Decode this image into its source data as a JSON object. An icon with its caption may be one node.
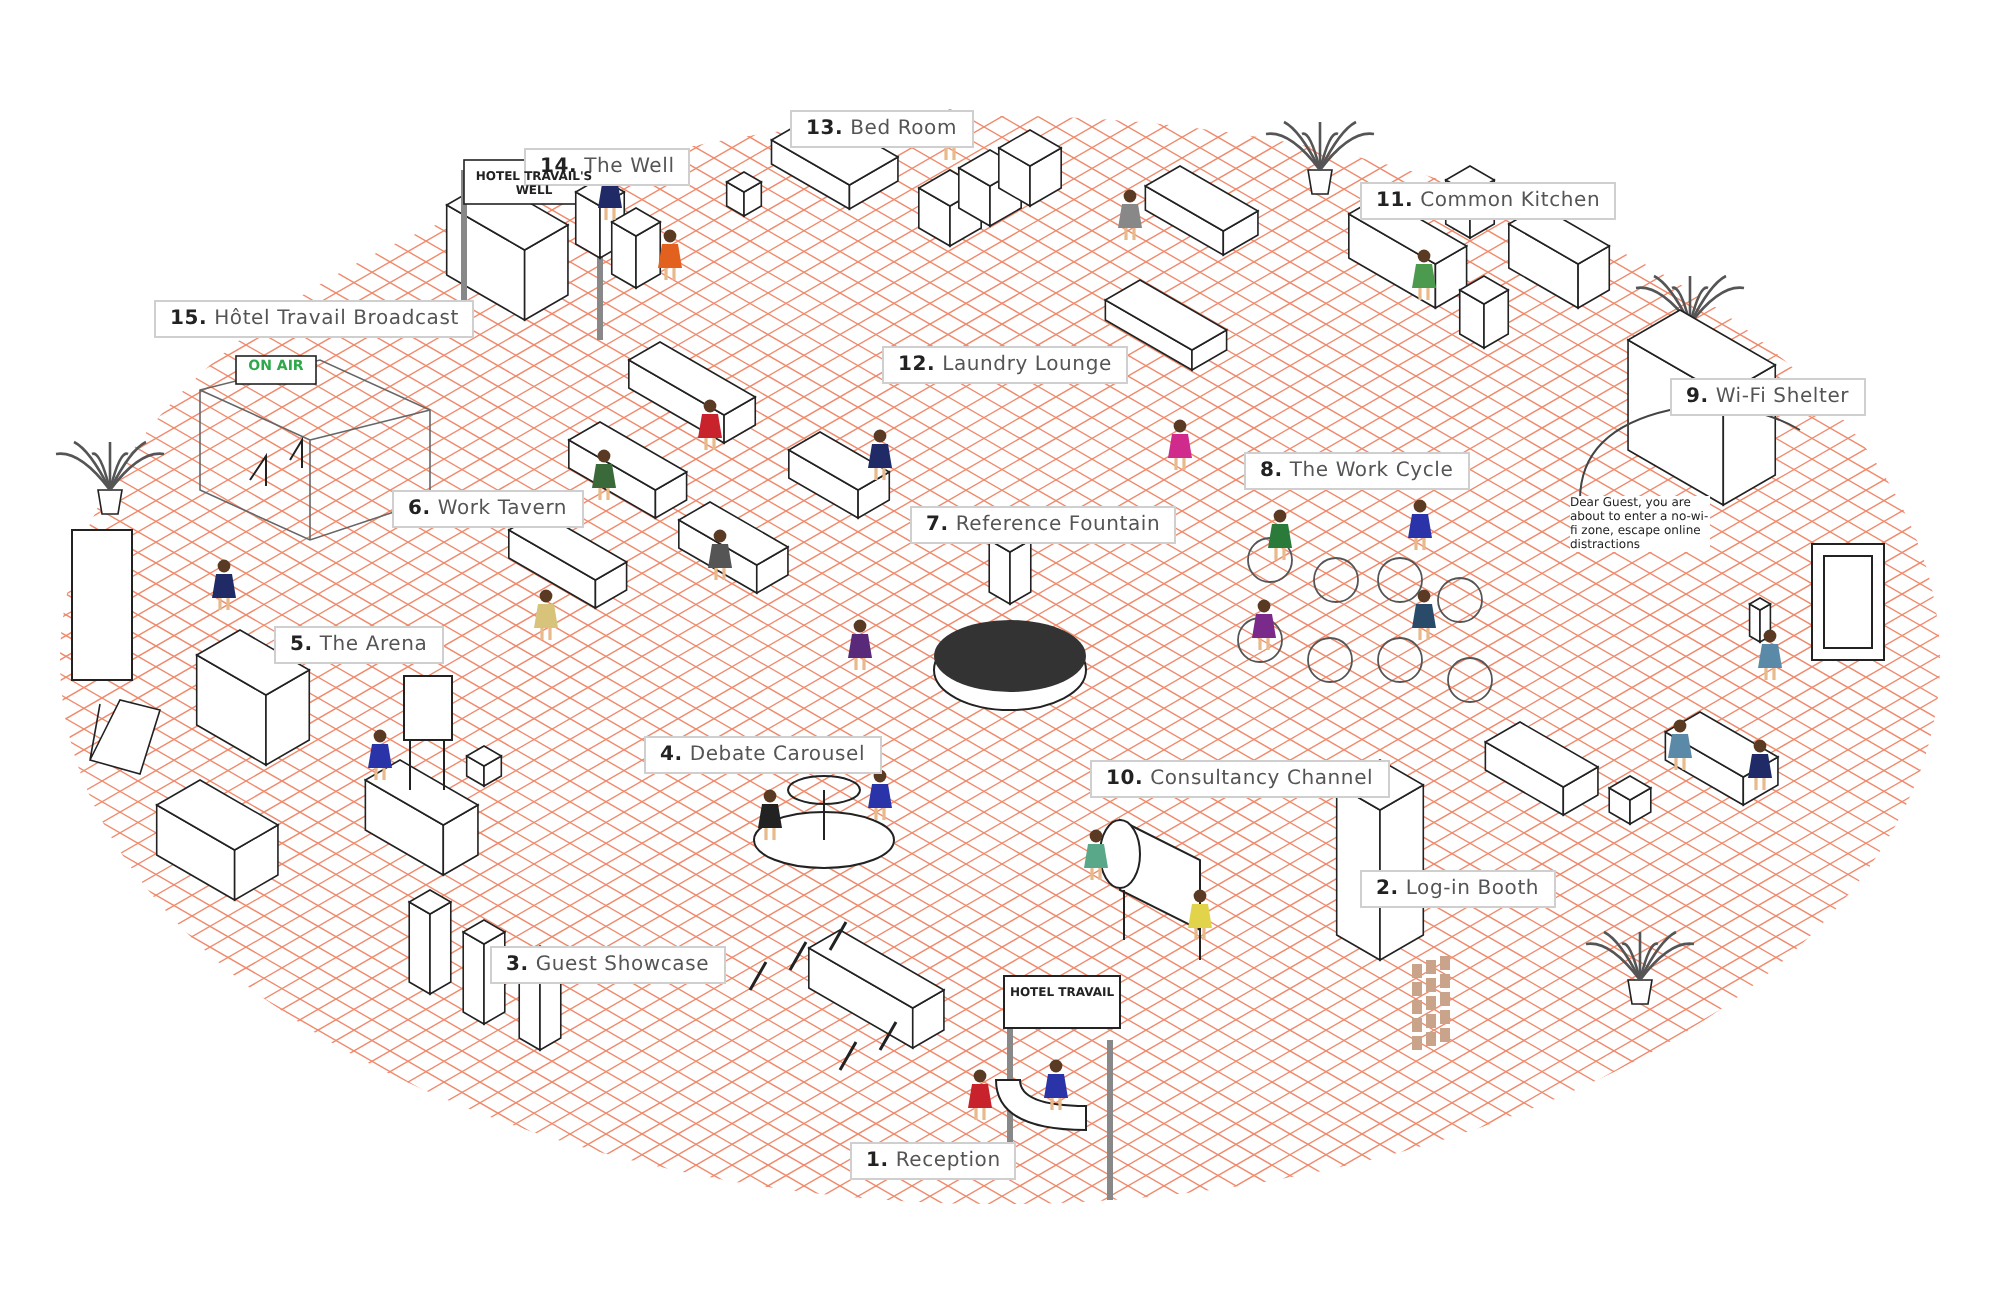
{
  "diagram": {
    "labels": [
      "**13.** Bed Room",
      "**14.** The Well",
      "**11.** Common Kitchen",
      "HOTEL TRAVAIL'S WELL",
      "**15.** Hôtel Travail Broadcast",
      "ON AIR",
      "**12.** Laundry Lounge",
      "**9.** Wi-Fi Shelter",
      "**8.** The Work Cycle",
      "**6.** Work Tavern",
      "**7.** Reference Fountain",
      "Dear Guest, you are about to enter a no-wi-fi zone, escape online distractions",
      "**5.** The Arena",
      "**4.** Debate Carousel",
      "**10.** Consultancy Channel",
      "**2.** Log-in Booth",
      "**3.** Guest Showcase",
      "HOTEL TRAVAIL",
      "**1.** Reception"
    ]
  }
}
